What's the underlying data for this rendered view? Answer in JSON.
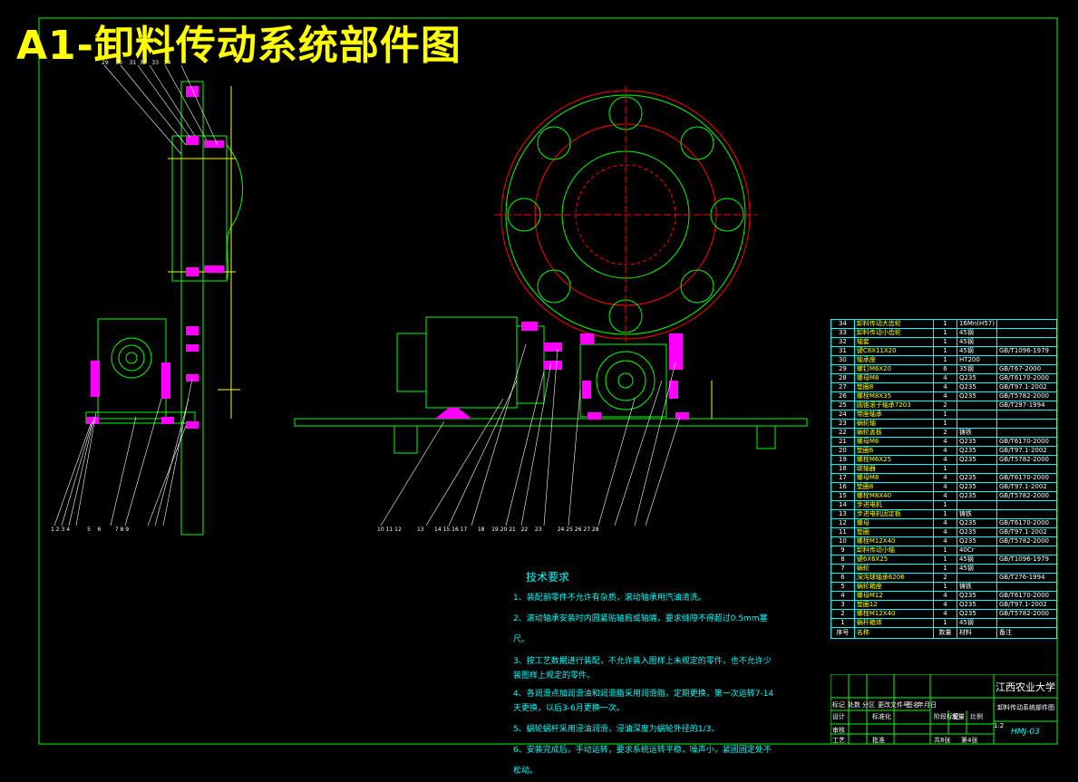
{
  "title": "A1-卸料传动系统部件图",
  "colors": {
    "frame": "#00ff00",
    "gear": "#ff0000",
    "cut": "#ff00ff",
    "text_yellow": "#ffff00",
    "text_cyan": "#00ffff"
  },
  "technical_requirements": {
    "heading": "技术要求",
    "items": [
      "1、装配前零件不允许有杂质，滚动轴承用汽油清洗。",
      "2、滚动轴承安装时内圆紧贴轴肩或轴端，要求缝隙不得超过0.5mm塞尺。",
      "3、按工艺数据进行装配，不允许装入图样上未规定的零件，也不允许少装图样上规定的零件。",
      "4、各润滑点加润滑油和润滑脂采用润滑脂，定期更换，第一次运转7-14天更换，以后3-6月更换一次。",
      "5、蜗轮蜗杆采用浸油润滑，浸油深度为蜗轮外径的1/3。",
      "6、安装完成后，手动运转，要求系统运转平稳，噪声小，紧固固定处不松动。"
    ]
  },
  "bom": [
    {
      "no": "34",
      "name": "卸料传动大齿轮",
      "qty": "1",
      "mat": "16Mn(H57)",
      "std": ""
    },
    {
      "no": "33",
      "name": "卸料传动小齿轮",
      "qty": "1",
      "mat": "45钢",
      "std": ""
    },
    {
      "no": "32",
      "name": "轴套",
      "qty": "1",
      "mat": "45钢",
      "std": ""
    },
    {
      "no": "31",
      "name": "键C8X11X20",
      "qty": "1",
      "mat": "45钢",
      "std": "GB/T1096-1979"
    },
    {
      "no": "30",
      "name": "轴承座",
      "qty": "1",
      "mat": "HT200",
      "std": ""
    },
    {
      "no": "29",
      "name": "螺钉M6X20",
      "qty": "6",
      "mat": "35钢",
      "std": "GB/T67-2000"
    },
    {
      "no": "28",
      "name": "螺母M8",
      "qty": "4",
      "mat": "Q235",
      "std": "GB/T6170-2000"
    },
    {
      "no": "27",
      "name": "垫圈8",
      "qty": "4",
      "mat": "Q235",
      "std": "GB/T97.1-2002"
    },
    {
      "no": "26",
      "name": "螺栓M8X35",
      "qty": "4",
      "mat": "Q235",
      "std": "GB/T5782-2000"
    },
    {
      "no": "25",
      "name": "圆锥滚子轴承7203",
      "qty": "2",
      "mat": "",
      "std": "GB/T297-1994"
    },
    {
      "no": "24",
      "name": "带座轴承",
      "qty": "1",
      "mat": "",
      "std": ""
    },
    {
      "no": "23",
      "name": "蜗轮轴",
      "qty": "1",
      "mat": "",
      "std": ""
    },
    {
      "no": "22",
      "name": "蜗轮盖板",
      "qty": "2",
      "mat": "铸铁",
      "std": ""
    },
    {
      "no": "21",
      "name": "螺母M6",
      "qty": "4",
      "mat": "Q235",
      "std": "GB/T6170-2000"
    },
    {
      "no": "20",
      "name": "垫圈6",
      "qty": "4",
      "mat": "Q235",
      "std": "GB/T97.1-2002"
    },
    {
      "no": "19",
      "name": "螺栓M6X25",
      "qty": "4",
      "mat": "Q235",
      "std": "GB/T5782-2000"
    },
    {
      "no": "18",
      "name": "联轴器",
      "qty": "1",
      "mat": "",
      "std": ""
    },
    {
      "no": "17",
      "name": "螺母M8",
      "qty": "4",
      "mat": "Q235",
      "std": "GB/T6170-2000"
    },
    {
      "no": "16",
      "name": "垫圈8",
      "qty": "4",
      "mat": "Q235",
      "std": "GB/T97.1-2002"
    },
    {
      "no": "15",
      "name": "螺栓M8X40",
      "qty": "4",
      "mat": "Q235",
      "std": "GB/T5782-2000"
    },
    {
      "no": "14",
      "name": "步进电机",
      "qty": "1",
      "mat": "",
      "std": ""
    },
    {
      "no": "13",
      "name": "步进电机固定板",
      "qty": "1",
      "mat": "铸铁",
      "std": ""
    },
    {
      "no": "12",
      "name": "螺母",
      "qty": "4",
      "mat": "Q235",
      "std": "GB/T6170-2000"
    },
    {
      "no": "11",
      "name": "垫圈",
      "qty": "4",
      "mat": "Q235",
      "std": "GB/T97.1-2002"
    },
    {
      "no": "10",
      "name": "螺栓M12X40",
      "qty": "4",
      "mat": "Q235",
      "std": "GB/T5782-2000"
    },
    {
      "no": "9",
      "name": "卸料传动小轴",
      "qty": "1",
      "mat": "40Cr",
      "std": ""
    },
    {
      "no": "8",
      "name": "键6X6X25",
      "qty": "1",
      "mat": "45钢",
      "std": "GB/T1096-1979"
    },
    {
      "no": "7",
      "name": "蜗轮",
      "qty": "1",
      "mat": "45钢",
      "std": ""
    },
    {
      "no": "6",
      "name": "深沟球轴承6206",
      "qty": "2",
      "mat": "",
      "std": "GB/T276-1994"
    },
    {
      "no": "5",
      "name": "蜗轮箱座",
      "qty": "1",
      "mat": "铸铁",
      "std": ""
    },
    {
      "no": "4",
      "name": "螺母M12",
      "qty": "4",
      "mat": "Q235",
      "std": "GB/T6170-2000"
    },
    {
      "no": "3",
      "name": "垫圈12",
      "qty": "4",
      "mat": "Q235",
      "std": "GB/T97.1-2002"
    },
    {
      "no": "2",
      "name": "螺栓M12X40",
      "qty": "4",
      "mat": "Q235",
      "std": "GB/T5782-2000"
    },
    {
      "no": "1",
      "name": "蜗杆箱体",
      "qty": "1",
      "mat": "45钢",
      "std": ""
    }
  ],
  "bom_header": {
    "no": "序号",
    "name": "名称",
    "qty": "数量",
    "mat": "材料",
    "std": "备注"
  },
  "title_block": {
    "school": "江西农业大学",
    "drawing_name": "卸料传动系统部件图",
    "code": "HMJ-03",
    "scale": "1:2",
    "sheet_total": "共8张",
    "sheet_no": "第4张",
    "labels": [
      "标记",
      "处数",
      "分区",
      "更改文件号",
      "签名",
      "年月日",
      "设计",
      "标准化",
      "阶段标记",
      "重量",
      "比例",
      "审核",
      "工艺",
      "批准"
    ]
  },
  "callouts_left": [
    "1",
    "2",
    "3",
    "4",
    "5",
    "6",
    "7",
    "8",
    "9"
  ],
  "callouts_center": [
    "10",
    "11",
    "12",
    "13",
    "14",
    "15",
    "16",
    "17",
    "18",
    "19",
    "20",
    "21",
    "22",
    "23",
    "24",
    "25",
    "26",
    "27",
    "28"
  ],
  "callouts_top": [
    "29",
    "30",
    "31",
    "32",
    "33",
    "34"
  ]
}
